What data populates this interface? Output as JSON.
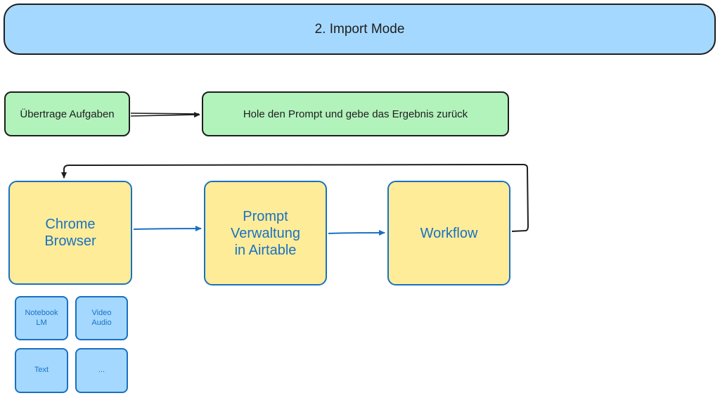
{
  "title": "2. Import Mode",
  "top_row": {
    "left_box": "Übertrage Aufgaben",
    "right_box": "Hole den Prompt und gebe das Ergebnis zurück"
  },
  "flow": {
    "chrome": "Chrome\nBrowser",
    "prompt": "Prompt\nVerwaltung\nin Airtable",
    "workflow": "Workflow"
  },
  "sources": [
    {
      "label": "Notebook\nLM"
    },
    {
      "label": "Video\nAudio"
    },
    {
      "label": "Text"
    },
    {
      "label": "..."
    }
  ],
  "colors": {
    "title_fill": "#a5d8ff",
    "green_fill": "#b2f2bb",
    "yellow_fill": "#ffec99",
    "blue_stroke": "#1971c2",
    "dark_stroke": "#1e1e1e"
  }
}
